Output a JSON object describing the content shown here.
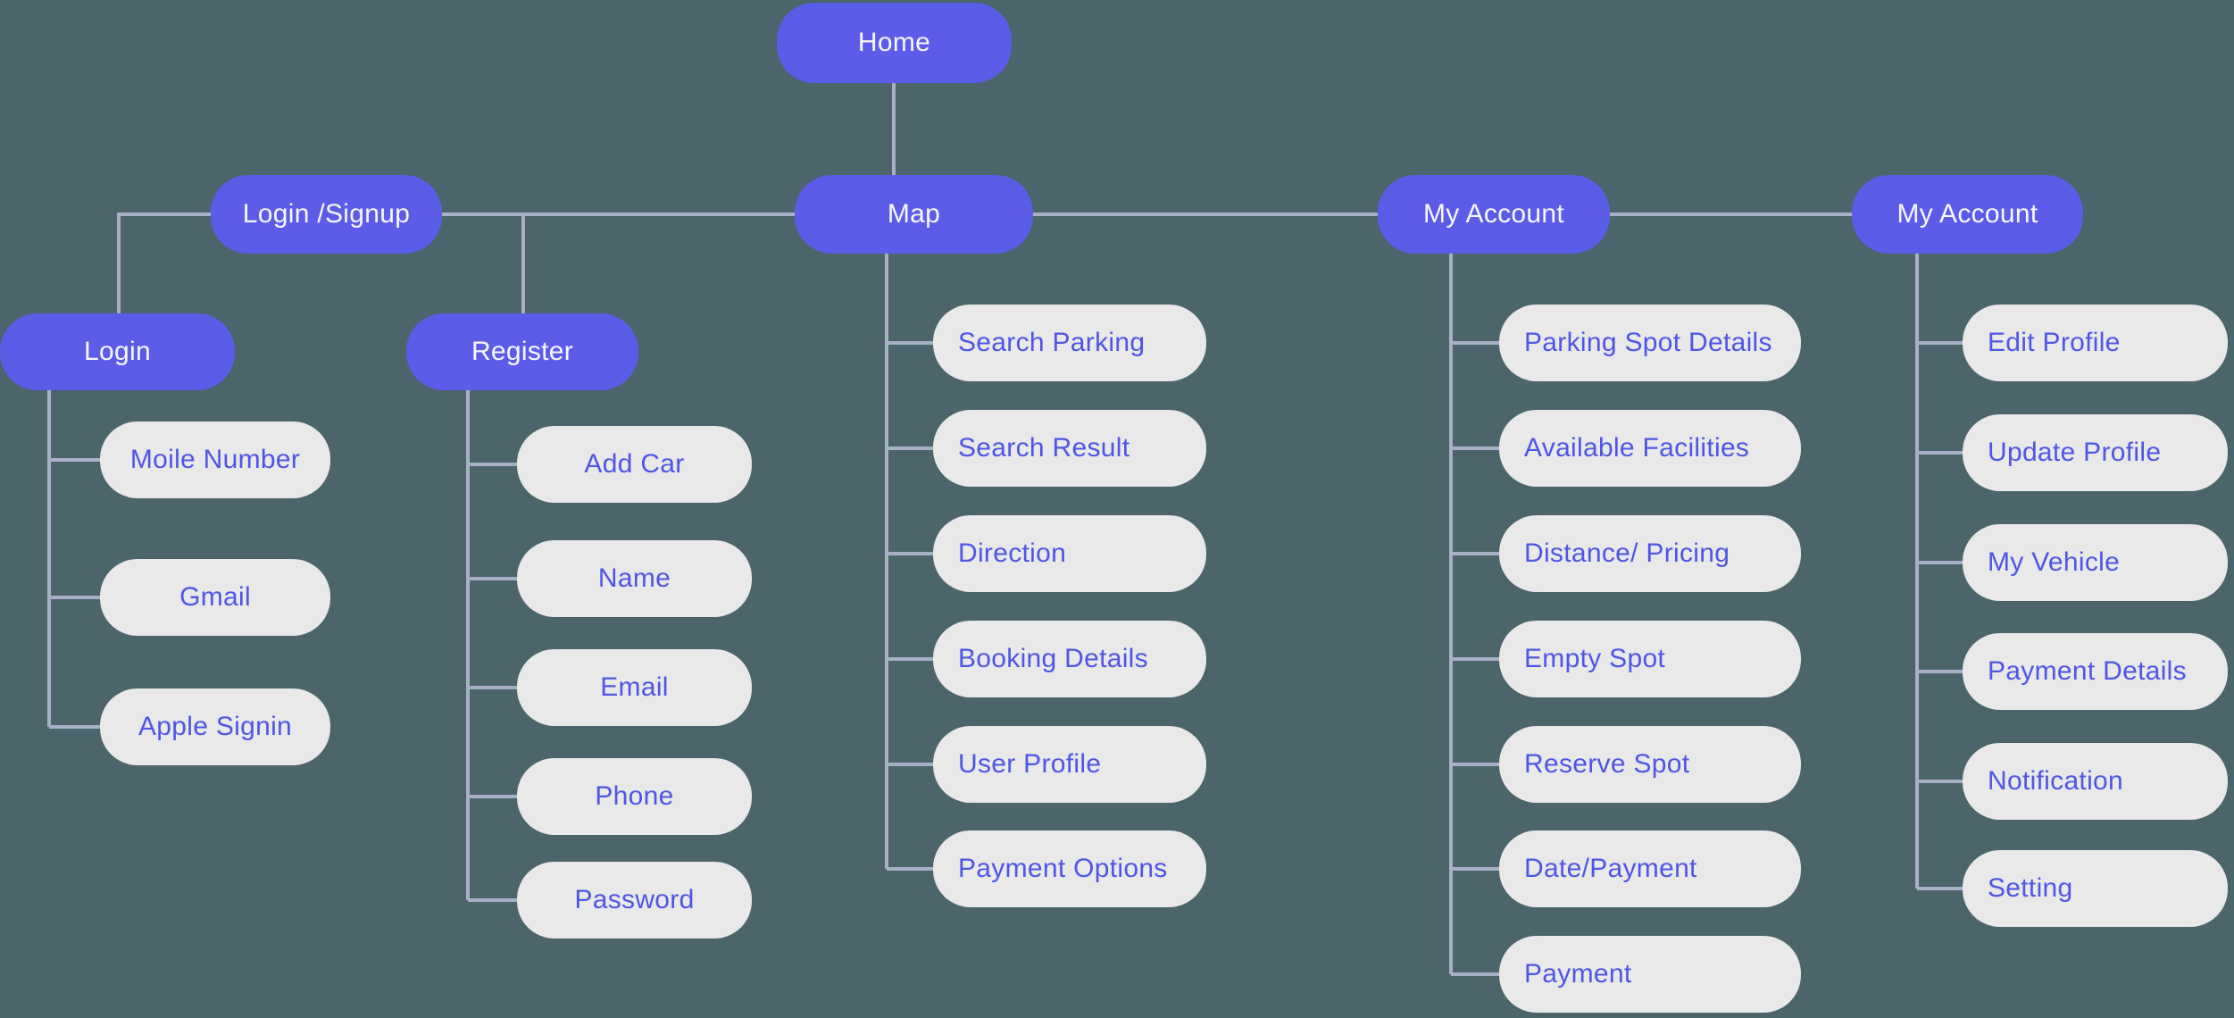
{
  "palette": {
    "background": "#4b656a",
    "node_primary_fill": "#5d5ce9",
    "node_primary_text": "#f7f7ff",
    "node_secondary_fill": "#e9e9ea",
    "node_secondary_text": "#4f55e5",
    "connector": "#a7b0c6"
  },
  "diagram": {
    "root": {
      "label": "Home"
    },
    "level2": [
      {
        "label": "Login /Signup"
      },
      {
        "label": "Map"
      },
      {
        "label": "My Account"
      },
      {
        "label": "My Account"
      }
    ],
    "level3": [
      {
        "label": "Login"
      },
      {
        "label": "Register"
      }
    ],
    "children": {
      "login": [
        "Moile Number",
        "Gmail",
        "Apple Signin"
      ],
      "register": [
        "Add Car",
        "Name",
        "Email",
        "Phone",
        "Password"
      ],
      "map": [
        "Search Parking",
        "Search Result",
        "Direction",
        "Booking Details",
        "User Profile",
        "Payment Options"
      ],
      "my_account_1": [
        "Parking Spot Details",
        "Available Facilities",
        "Distance/ Pricing",
        "Empty Spot",
        "Reserve Spot",
        "Date/Payment",
        "Payment"
      ],
      "my_account_2": [
        "Edit Profile",
        "Update Profile",
        "My Vehicle",
        "Payment Details",
        "Notification",
        "Setting"
      ]
    }
  }
}
